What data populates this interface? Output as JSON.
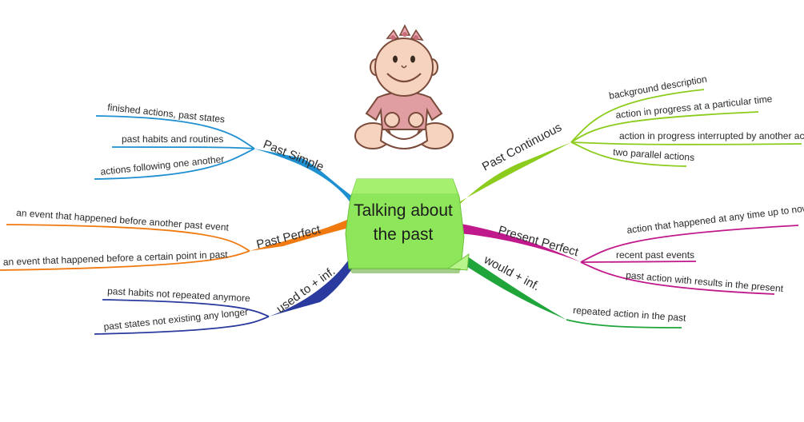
{
  "central": {
    "line1": "Talking about",
    "line2": "the past"
  },
  "branches": {
    "past_simple": {
      "label": "Past Simple",
      "color": "#1e8fd0",
      "items": [
        "finished actions, past states",
        "past habits and routines",
        "actions following one another"
      ]
    },
    "past_perfect": {
      "label": "Past Perfect",
      "color": "#f07a10",
      "items": [
        "an event that happened before another past event",
        "an event that happened before a certain point in past"
      ]
    },
    "used_to": {
      "label": "used to + inf.",
      "color": "#2a3a9e",
      "items": [
        "past habits not repeated anymore",
        "past states not existing any longer"
      ]
    },
    "past_continuous": {
      "label": "Past Continuous",
      "color": "#8ccc1c",
      "items": [
        "background description",
        "action in progress at a particular time",
        "action in progress interrupted by another action",
        "two parallel actions"
      ]
    },
    "present_perfect": {
      "label": "Present Perfect",
      "color": "#c0198c",
      "items": [
        "action that happened at any time up to now",
        "recent past events",
        "past action with results in the present"
      ]
    },
    "would": {
      "label": "would + inf.",
      "color": "#1fa53a",
      "items": [
        "repeated action in the past"
      ]
    }
  },
  "colors": {
    "central_fill": "#8ee65a",
    "central_top": "#a6f070",
    "baby_skin": "#f5d3bf",
    "baby_shirt": "#e09ea2"
  }
}
